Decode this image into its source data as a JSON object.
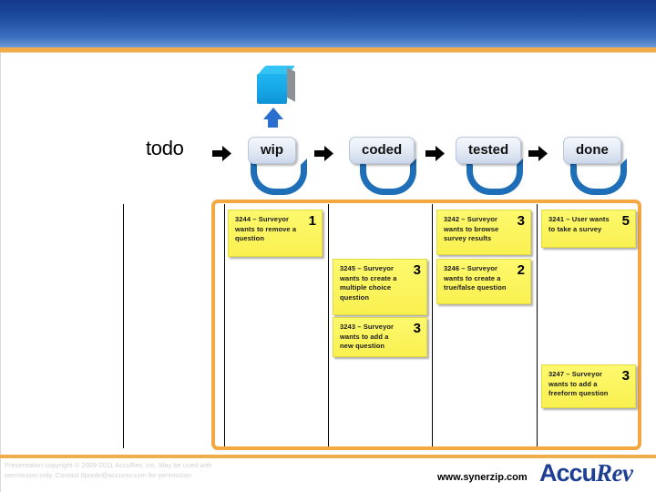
{
  "header": {
    "band_color": "#1c4a9c",
    "accent_color": "#f0ad4a"
  },
  "graphic": {
    "cube_name": "blue-cube",
    "arrow_name": "up-arrow",
    "cube_color": "#16a7e6",
    "arrow_color": "#2a6fd0"
  },
  "workflow": {
    "arrow_glyph": "➡",
    "stages": [
      {
        "label": "todo",
        "styled": false,
        "loop": false
      },
      {
        "label": "wip",
        "styled": true,
        "loop": true
      },
      {
        "label": "coded",
        "styled": true,
        "loop": true
      },
      {
        "label": "tested",
        "styled": true,
        "loop": true
      },
      {
        "label": "done",
        "styled": true,
        "loop": true
      }
    ]
  },
  "board": {
    "frame_color": "#f5a742",
    "card_color": "#f9f050",
    "columns": [
      {
        "stage": "todo",
        "cards": []
      },
      {
        "stage": "wip",
        "cards": [
          {
            "text": "3244 – Surveyor wants to remove a question",
            "points": "1"
          }
        ]
      },
      {
        "stage": "coded",
        "cards": [
          {
            "text": "3245 – Surveyor wants to create a multiple choice question",
            "points": "3"
          },
          {
            "text": "3243 – Surveyor wants to add a new question",
            "points": "3"
          }
        ]
      },
      {
        "stage": "tested",
        "cards": [
          {
            "text": "3242 – Surveyor wants to browse survey results",
            "points": "3"
          },
          {
            "text": "3246 – Surveyor wants to create a true/false question",
            "points": "2"
          }
        ]
      },
      {
        "stage": "done",
        "cards": [
          {
            "text": "3241 – User wants to take a survey",
            "points": "5"
          },
          {
            "text": "3247 – Surveyor wants to add a freeform question",
            "points": "3"
          }
        ]
      }
    ]
  },
  "footer": {
    "copyright_line1": "Presentation copyright © 2009-2011 AccuRev, Inc. May be used with",
    "copyright_line2": "permission only. Contact dpoole@accurev.com for permission.",
    "url": "www.synerzip.com",
    "logo_part1": "Accu",
    "logo_part2": "Rev"
  }
}
